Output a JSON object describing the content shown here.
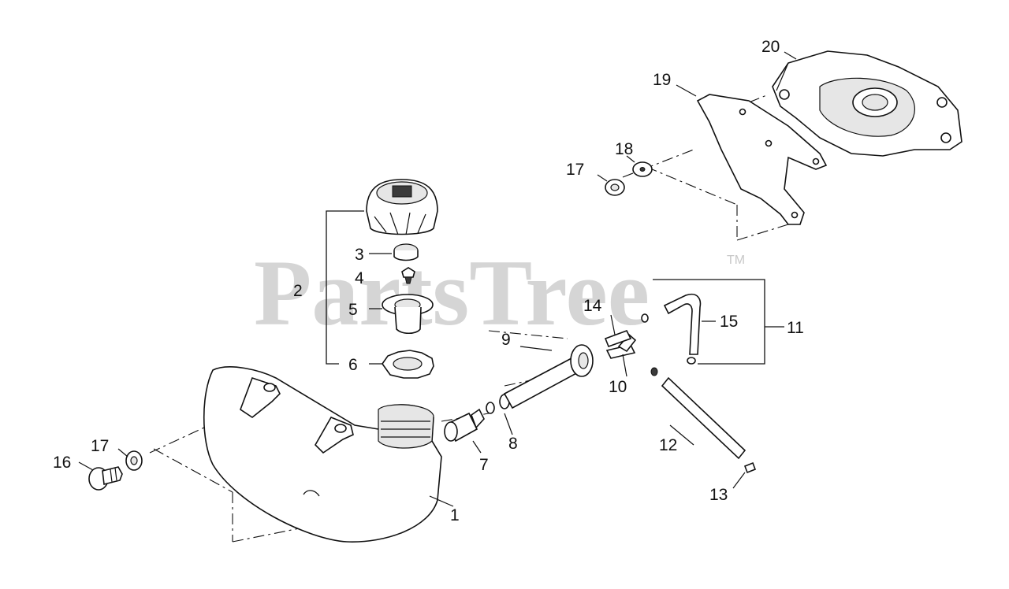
{
  "watermark": {
    "text": "PartsTree",
    "trademark": "TM"
  },
  "callouts": [
    "1",
    "2",
    "3",
    "4",
    "5",
    "6",
    "7",
    "8",
    "9",
    "10",
    "11",
    "12",
    "13",
    "14",
    "15",
    "16",
    "17",
    "17",
    "18",
    "19",
    "20"
  ]
}
